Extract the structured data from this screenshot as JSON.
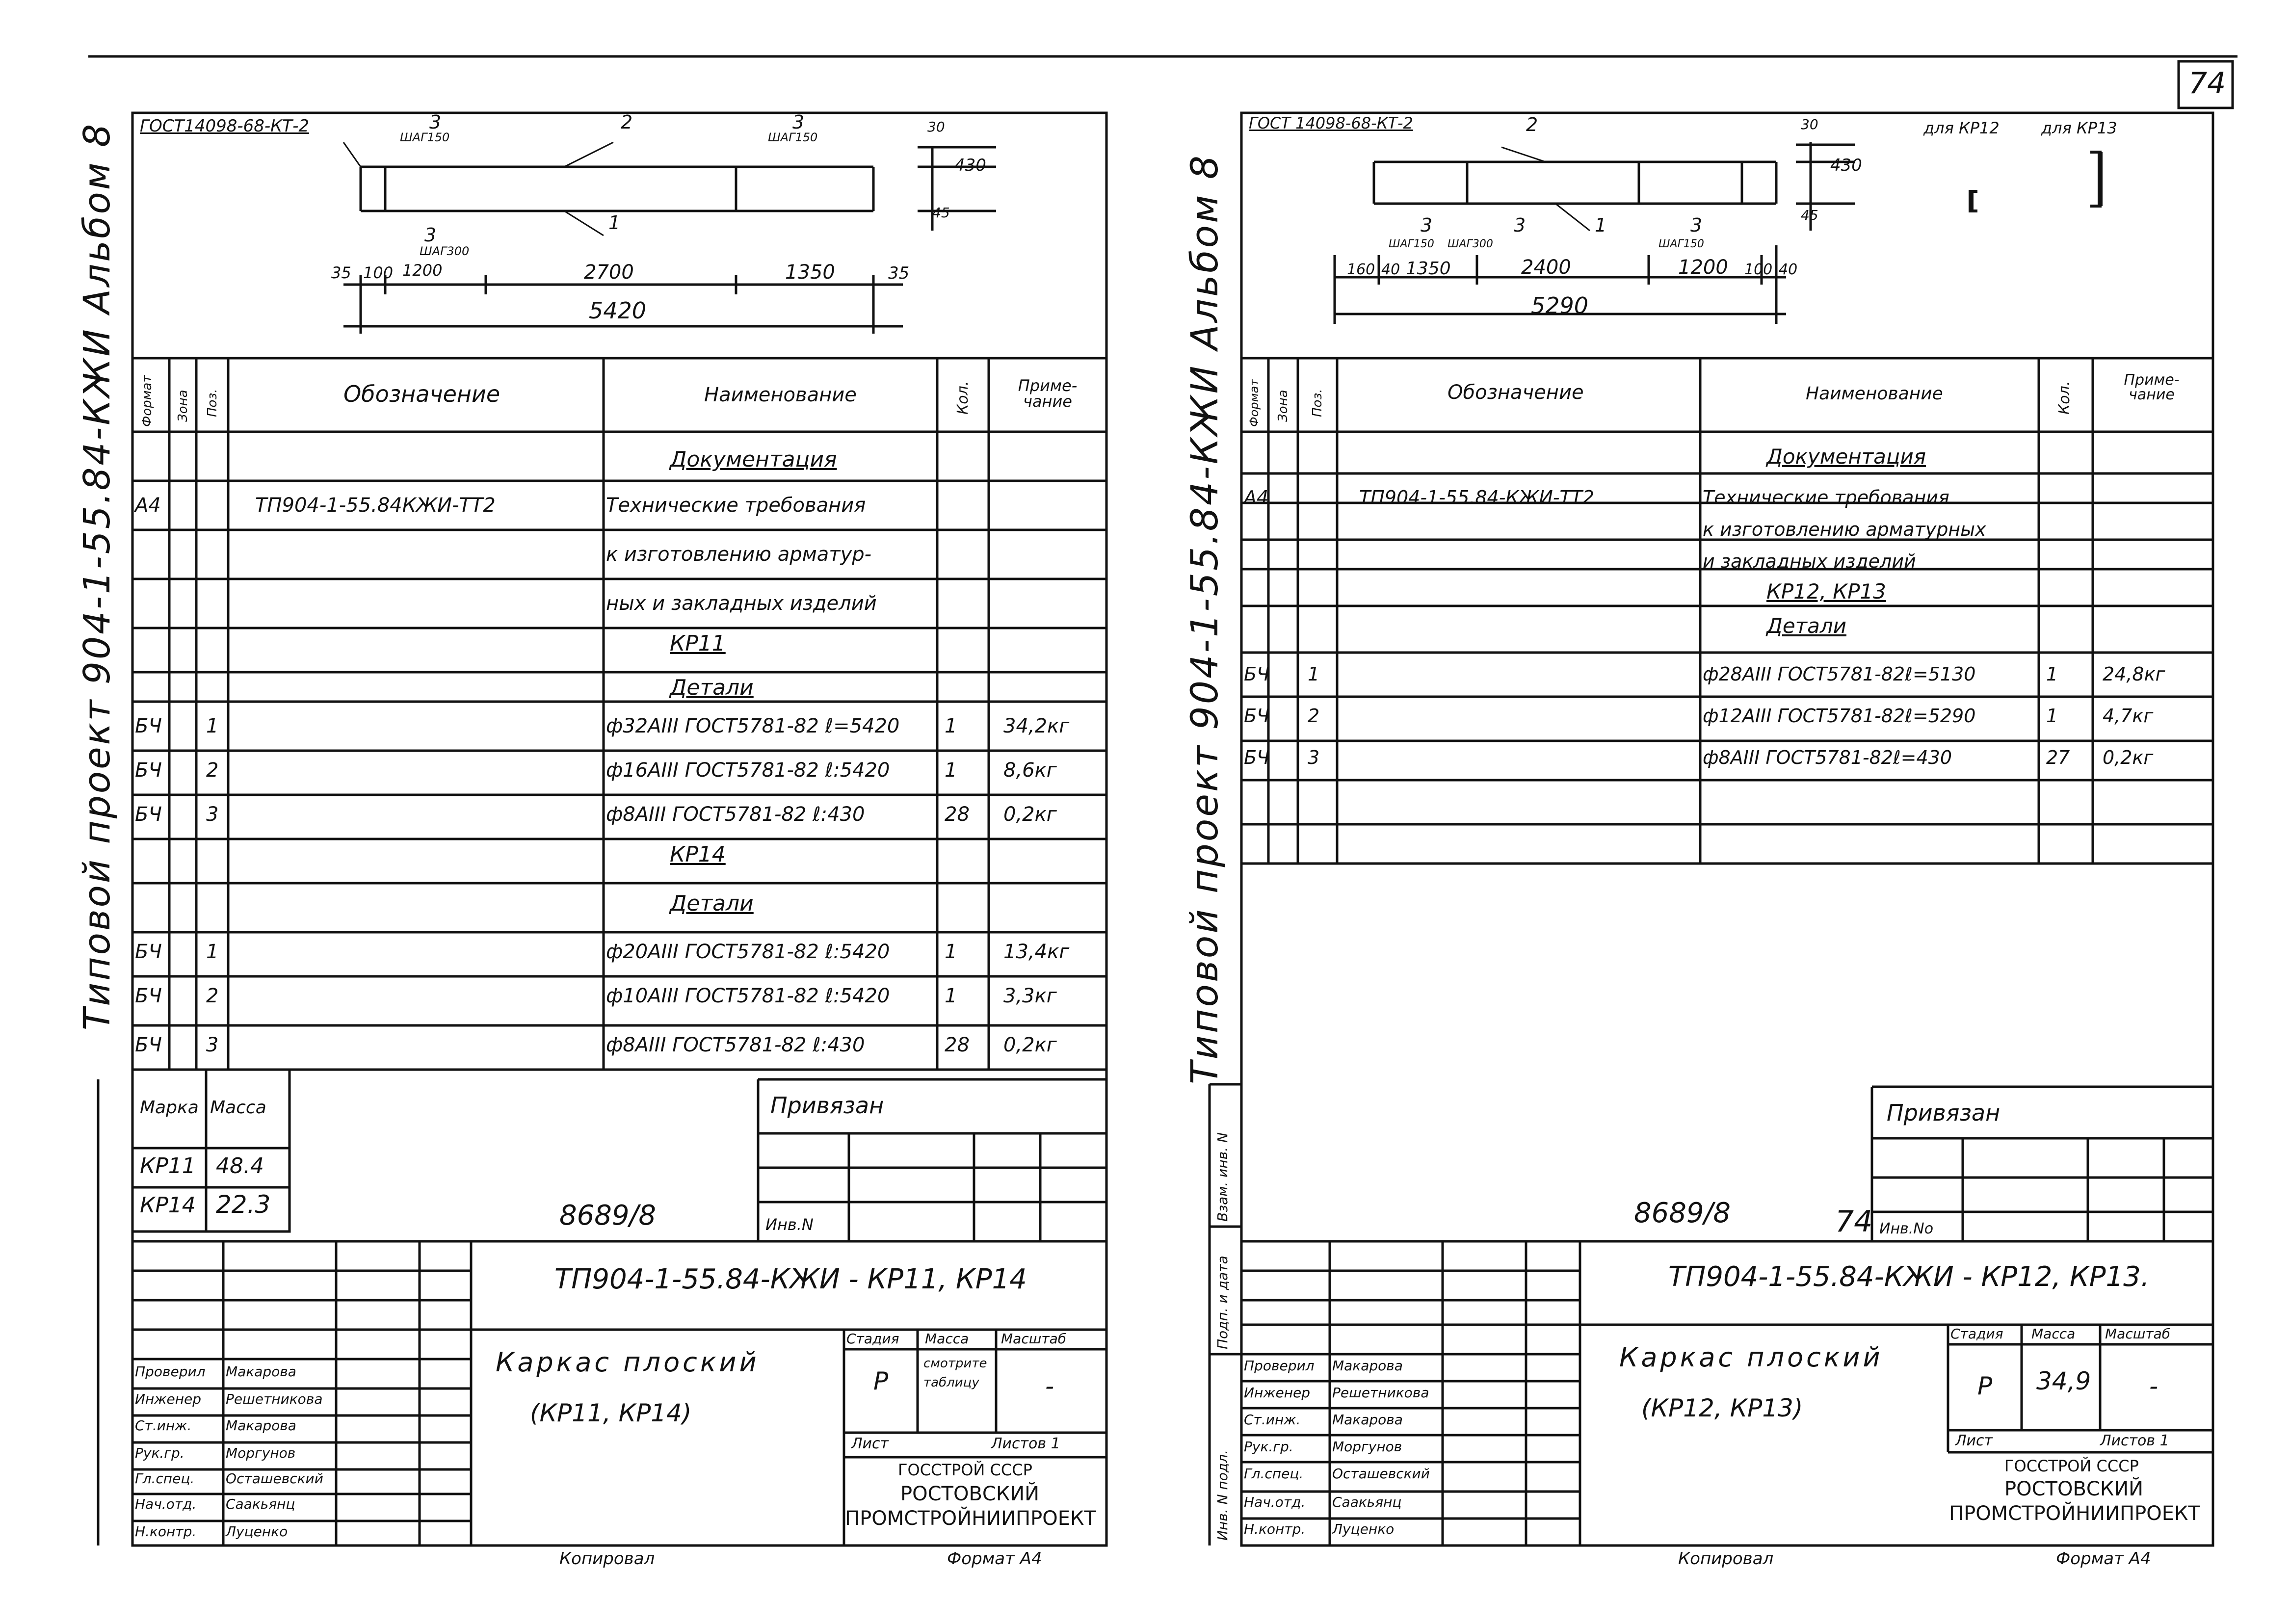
{
  "page_number": "74",
  "left": {
    "album_vertical": "Типовой проект 904-1-55.84-КЖИ Альбом 8",
    "drawing": {
      "gost_label": "ГОСТ14098-68-КТ-2",
      "pos_labels": [
        "3",
        "2",
        "3",
        "3",
        "1"
      ],
      "step_labels": [
        "ШАГ150",
        "ШАГ150",
        "ШАГ300"
      ],
      "dims": [
        "35",
        "100",
        "1200",
        "2700",
        "1350",
        "35",
        "5420",
        "30",
        "430",
        "45"
      ]
    },
    "table": {
      "headers": [
        "Формат",
        "Зона",
        "Поз.",
        "Обозначение",
        "Наименование",
        "Кол.",
        "Приме-чание"
      ],
      "rows": [
        {
          "fmt": "",
          "zone": "",
          "pos": "",
          "code": "",
          "name": "Документация",
          "qty": "",
          "note": ""
        },
        {
          "fmt": "А4",
          "zone": "",
          "pos": "",
          "code": "ТП904-1-55.84КЖИ-ТТ2",
          "name": "Технические требования",
          "qty": "",
          "note": ""
        },
        {
          "fmt": "",
          "zone": "",
          "pos": "",
          "code": "",
          "name": "к изготовлению арматур-",
          "qty": "",
          "note": ""
        },
        {
          "fmt": "",
          "zone": "",
          "pos": "",
          "code": "",
          "name": "ных и закладных изделий",
          "qty": "",
          "note": ""
        },
        {
          "fmt": "",
          "zone": "",
          "pos": "",
          "code": "",
          "name": "КР11",
          "qty": "",
          "note": ""
        },
        {
          "fmt": "",
          "zone": "",
          "pos": "",
          "code": "",
          "name": "Детали",
          "qty": "",
          "note": ""
        },
        {
          "fmt": "БЧ",
          "zone": "",
          "pos": "1",
          "code": "",
          "name": "ф32АIII ГОСТ5781-82 ℓ=5420",
          "qty": "1",
          "note": "34,2кг"
        },
        {
          "fmt": "БЧ",
          "zone": "",
          "pos": "2",
          "code": "",
          "name": "ф16АIII ГОСТ5781-82 ℓ:5420",
          "qty": "1",
          "note": "8,6кг"
        },
        {
          "fmt": "БЧ",
          "zone": "",
          "pos": "3",
          "code": "",
          "name": "ф8АIII ГОСТ5781-82 ℓ:430",
          "qty": "28",
          "note": "0,2кг"
        },
        {
          "fmt": "",
          "zone": "",
          "pos": "",
          "code": "",
          "name": "КР14",
          "qty": "",
          "note": ""
        },
        {
          "fmt": "",
          "zone": "",
          "pos": "",
          "code": "",
          "name": "Детали",
          "qty": "",
          "note": ""
        },
        {
          "fmt": "БЧ",
          "zone": "",
          "pos": "1",
          "code": "",
          "name": "ф20АIII ГОСТ5781-82 ℓ:5420",
          "qty": "1",
          "note": "13,4кг"
        },
        {
          "fmt": "БЧ",
          "zone": "",
          "pos": "2",
          "code": "",
          "name": "ф10АIII ГОСТ5781-82 ℓ:5420",
          "qty": "1",
          "note": "3,3кг"
        },
        {
          "fmt": "БЧ",
          "zone": "",
          "pos": "3",
          "code": "",
          "name": "ф8АIII ГОСТ5781-82 ℓ:430",
          "qty": "28",
          "note": "0,2кг"
        }
      ]
    },
    "mass_table": {
      "headers": [
        "Марка",
        "Масса"
      ],
      "rows": [
        {
          "mark": "КР11",
          "mass": "48.4"
        },
        {
          "mark": "КР14",
          "mass": "22.3"
        }
      ]
    },
    "privyazan": "Привязан",
    "inv": "Инв.N",
    "sheet_code": "8689/8",
    "stamp": {
      "title_code": "ТП904-1-55.84-КЖИ - КР11, КР14",
      "name_line1": "Каркас плоский",
      "name_line2": "(КР11, КР14)",
      "stage_label": "Стадия",
      "mass_label": "Масса",
      "scale_label": "Масштаб",
      "stage": "Р",
      "mass": "смотрите таблицу",
      "scale": "-",
      "sheet_label": "Лист",
      "sheets_label": "Листов 1",
      "org1": "ГОССТРОЙ СССР",
      "org2": "РОСТОВСКИЙ",
      "org3": "ПРОМСТРОЙНИИПРОЕКТ",
      "people": [
        {
          "role": "Проверил",
          "name": "Макарова"
        },
        {
          "role": "Инженер",
          "name": "Решетникова"
        },
        {
          "role": "Ст.инж.",
          "name": "Макарова"
        },
        {
          "role": "Рук.гр.",
          "name": "Моргунов"
        },
        {
          "role": "Гл.спец.",
          "name": "Осташевский"
        },
        {
          "role": "Нач.отд.",
          "name": "Саакьянц"
        },
        {
          "role": "Н.контр.",
          "name": "Луценко"
        }
      ]
    },
    "copied": "Копировал",
    "format": "Формат А4"
  },
  "right": {
    "album_vertical": "Типовой проект 904-1-55.84-КЖИ Альбом 8",
    "side_labels": [
      "Инв. N подл.",
      "Подп. и дата",
      "Взам. инв. N"
    ],
    "drawing": {
      "gost_label": "ГОСТ 14098-68-КТ-2",
      "pos_labels": [
        "2",
        "3",
        "3",
        "1",
        "3"
      ],
      "step_labels": [
        "ШАГ150",
        "ШАГ300",
        "ШАГ150"
      ],
      "dims": [
        "160",
        "40",
        "1350",
        "2400",
        "1200",
        "100",
        "40",
        "5290",
        "30",
        "430",
        "45"
      ],
      "profile_labels": [
        "для КР12",
        "для КР13"
      ]
    },
    "table": {
      "headers": [
        "Формат",
        "Зона",
        "Поз.",
        "Обозначение",
        "Наименование",
        "Кол.",
        "Приме-чание"
      ],
      "rows": [
        {
          "fmt": "",
          "zone": "",
          "pos": "",
          "code": "",
          "name": "Документация",
          "qty": "",
          "note": ""
        },
        {
          "fmt": "А4",
          "zone": "",
          "pos": "",
          "code": "ТП904-1-55.84-КЖИ-ТТ2",
          "name": "Технические требования",
          "qty": "",
          "note": ""
        },
        {
          "fmt": "",
          "zone": "",
          "pos": "",
          "code": "",
          "name": "к изготовлению арматурных",
          "qty": "",
          "note": ""
        },
        {
          "fmt": "",
          "zone": "",
          "pos": "",
          "code": "",
          "name": "и закладных изделий",
          "qty": "",
          "note": ""
        },
        {
          "fmt": "",
          "zone": "",
          "pos": "",
          "code": "",
          "name": "КР12, КР13",
          "qty": "",
          "note": ""
        },
        {
          "fmt": "",
          "zone": "",
          "pos": "",
          "code": "",
          "name": "Детали",
          "qty": "",
          "note": ""
        },
        {
          "fmt": "БЧ",
          "zone": "",
          "pos": "1",
          "code": "",
          "name": "ф28АIII ГОСТ5781-82ℓ=5130",
          "qty": "1",
          "note": "24,8кг"
        },
        {
          "fmt": "БЧ",
          "zone": "",
          "pos": "2",
          "code": "",
          "name": "ф12АIII ГОСТ5781-82ℓ=5290",
          "qty": "1",
          "note": "4,7кг"
        },
        {
          "fmt": "БЧ",
          "zone": "",
          "pos": "3",
          "code": "",
          "name": "ф8АIII ГОСТ5781-82ℓ=430",
          "qty": "27",
          "note": "0,2кг"
        }
      ]
    },
    "privyazan": "Привязан",
    "inv": "Инв.Nо",
    "sheet_code": "8689/8",
    "sheet_no": "74",
    "stamp": {
      "title_code": "ТП904-1-55.84-КЖИ - КР12, КР13.",
      "name_line1": "Каркас плоский",
      "name_line2": "(КР12, КР13)",
      "stage_label": "Стадия",
      "mass_label": "Масса",
      "scale_label": "Масштаб",
      "stage": "Р",
      "mass": "34,9",
      "scale": "-",
      "sheet_label": "Лист",
      "sheets_label": "Листов 1",
      "org1": "ГОССТРОЙ СССР",
      "org2": "РОСТОВСКИЙ",
      "org3": "ПРОМСТРОЙНИИПРОЕКТ",
      "people": [
        {
          "role": "Проверил",
          "name": "Макарова"
        },
        {
          "role": "Инженер",
          "name": "Решетникова"
        },
        {
          "role": "Ст.инж.",
          "name": "Макарова"
        },
        {
          "role": "Рук.гр.",
          "name": "Моргунов"
        },
        {
          "role": "Гл.спец.",
          "name": "Осташевский"
        },
        {
          "role": "Нач.отд.",
          "name": "Саакьянц"
        },
        {
          "role": "Н.контр.",
          "name": "Луценко"
        }
      ]
    },
    "copied": "Копировал",
    "format": "Формат А4"
  }
}
